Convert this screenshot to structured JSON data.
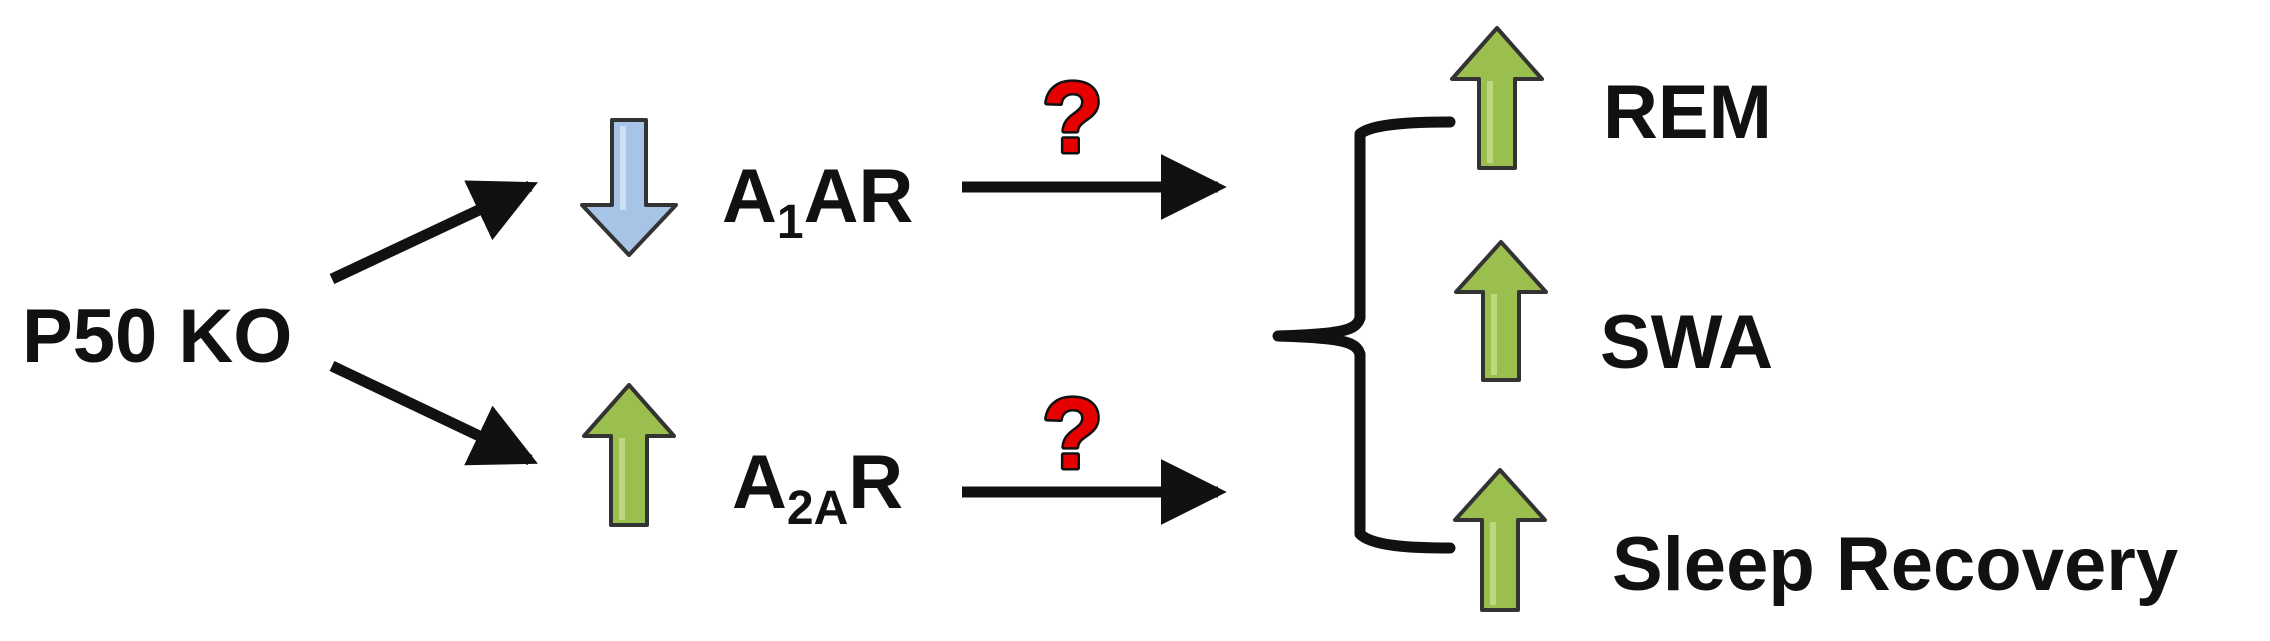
{
  "source": {
    "label": "P50 KO"
  },
  "receptors": [
    {
      "id": "a1ar",
      "base": "A",
      "sub": "1",
      "rest": "AR",
      "direction": "down",
      "unknown_mark": "?"
    },
    {
      "id": "a2ar",
      "base": "A",
      "sub": "2A",
      "rest": "R",
      "direction": "up",
      "unknown_mark": "?"
    }
  ],
  "outcomes": [
    {
      "id": "rem",
      "label": "REM",
      "direction": "up"
    },
    {
      "id": "swa",
      "label": "SWA",
      "direction": "up"
    },
    {
      "id": "sleep-recovery",
      "label": "Sleep Recovery",
      "direction": "up"
    }
  ],
  "colors": {
    "line": "#111111",
    "up_arrow_fill": "#9bbf4e",
    "down_arrow_fill": "#a7c4e6",
    "question_fill": "#e60000",
    "question_outline": "#111111"
  }
}
